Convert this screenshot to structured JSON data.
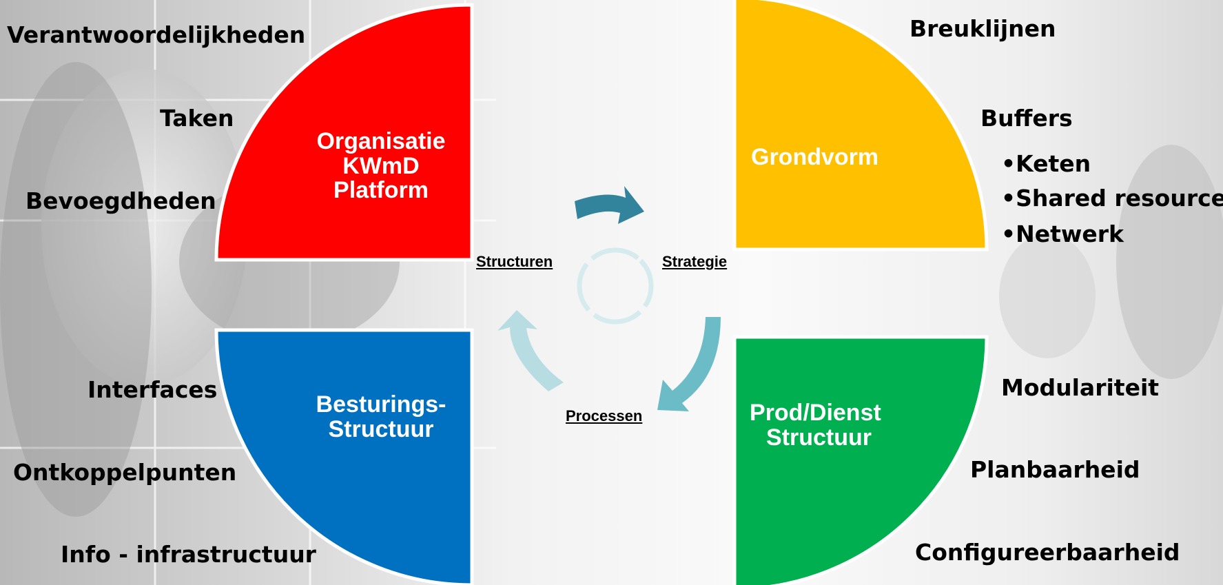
{
  "quadrants": {
    "top_left": {
      "lines": [
        "Organisatie",
        "KWmD",
        "Platform"
      ],
      "color": "#ff0000"
    },
    "top_right": {
      "lines": [
        "Grondvorm"
      ],
      "color": "#ffc000"
    },
    "bottom_left": {
      "lines": [
        "Besturings-",
        "Structuur"
      ],
      "color": "#0070c0"
    },
    "bottom_right": {
      "lines": [
        "Prod/Dienst",
        "Structuur"
      ],
      "color": "#00b050"
    }
  },
  "labels": {
    "top_left": [
      "Verantwoordelijkheden",
      "Taken",
      "Bevoegdheden"
    ],
    "top_right": {
      "breuklijnen": "Breuklijnen",
      "buffers": "Buffers",
      "bullets": [
        "•Keten",
        "•Shared resources",
        "•Netwerk"
      ]
    },
    "bottom_left": [
      "Interfaces",
      "Ontkoppelpunten",
      "Info - infrastructuur"
    ],
    "bottom_right": [
      "Modulariteit",
      "Planbaarheid",
      "Configureerbaarheid"
    ]
  },
  "cycle": {
    "structuren": "Structuren",
    "strategie": "Strategie",
    "processen": "Processen",
    "arrow_colors": [
      "#31849b",
      "#6bbcc6",
      "#b7dde3"
    ]
  }
}
